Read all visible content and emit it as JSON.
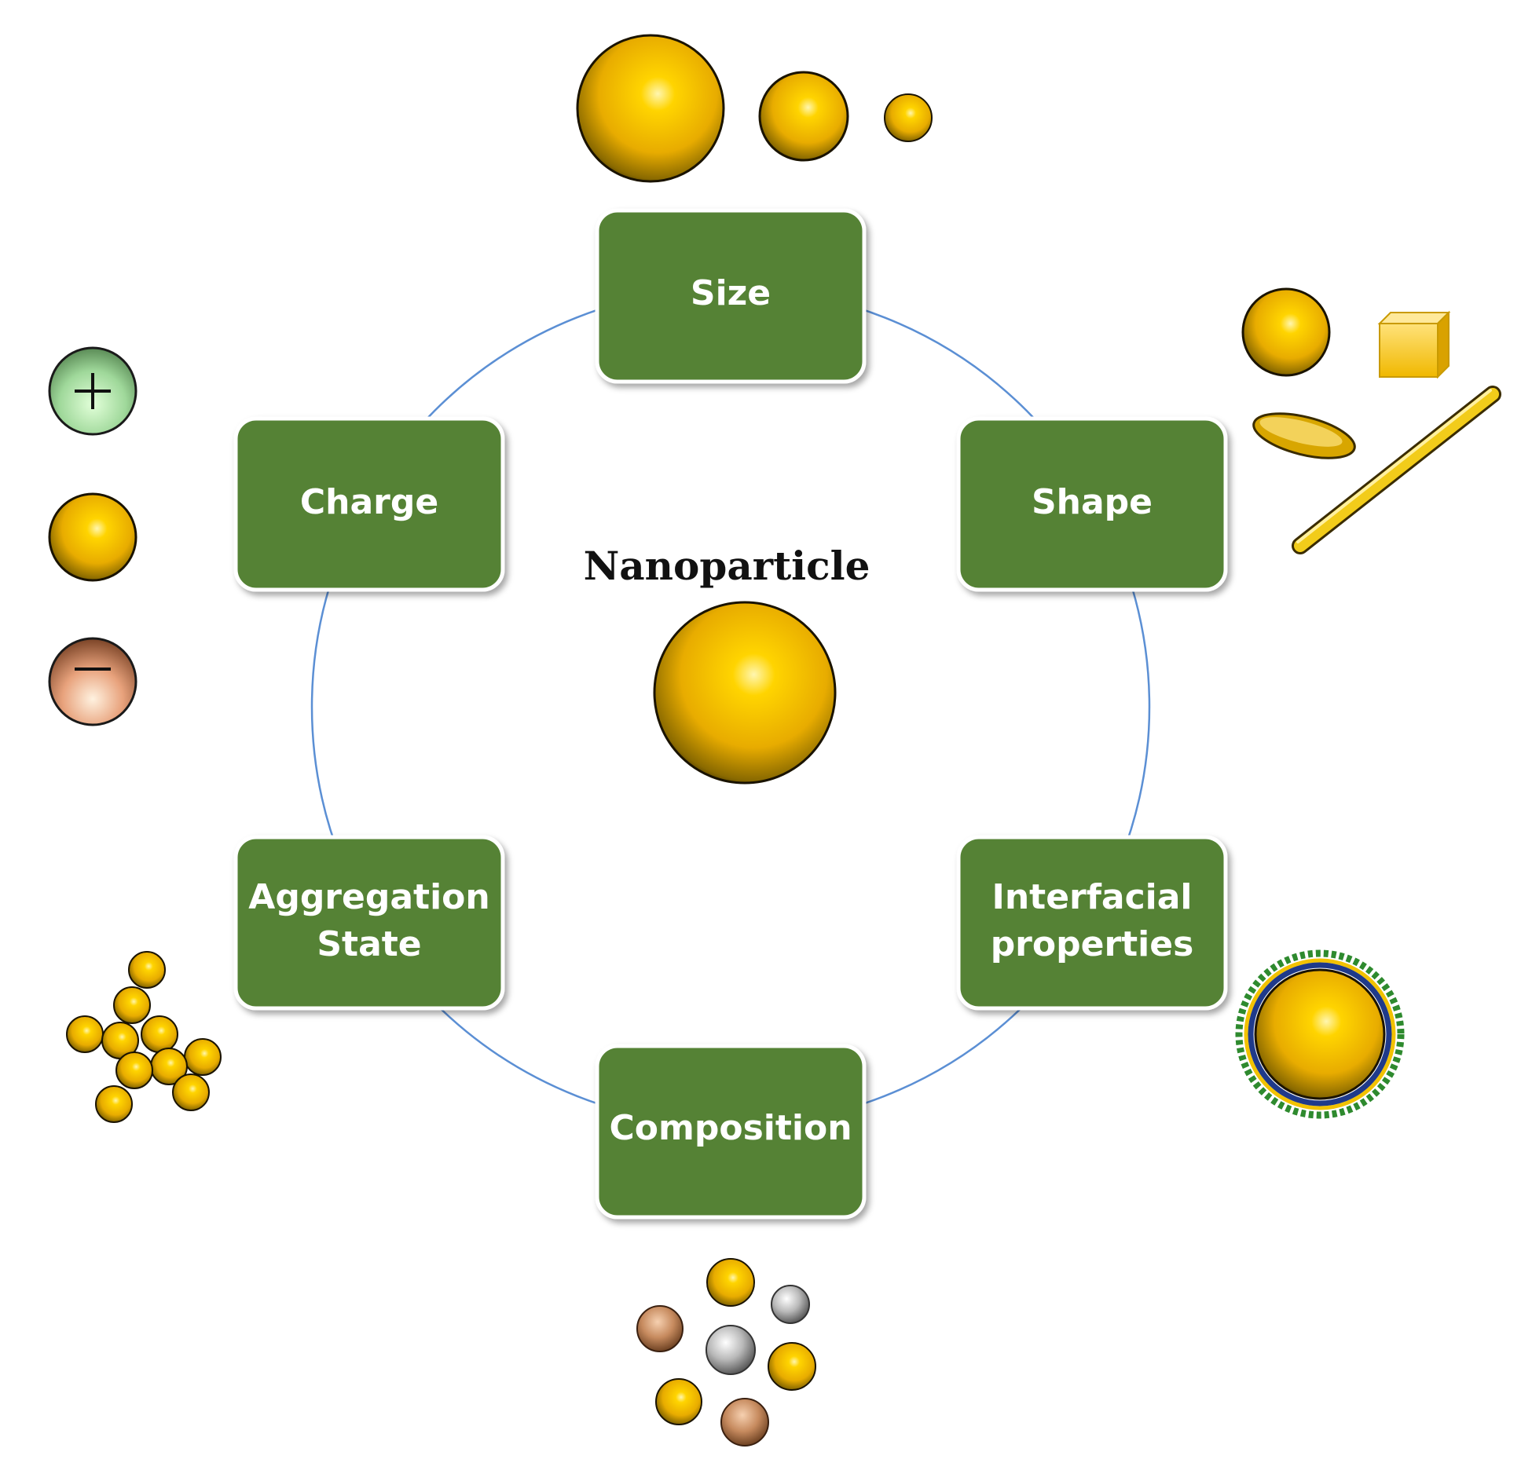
{
  "center": {
    "label": "Nanoparticle"
  },
  "properties": [
    {
      "id": "size",
      "lines": [
        "Size"
      ]
    },
    {
      "id": "shape",
      "lines": [
        "Shape"
      ]
    },
    {
      "id": "interfacial",
      "lines": [
        "Interfacial",
        "properties"
      ]
    },
    {
      "id": "composition",
      "lines": [
        "Composition"
      ]
    },
    {
      "id": "aggregation",
      "lines": [
        "Aggregation",
        "State"
      ]
    },
    {
      "id": "charge",
      "lines": [
        "Charge"
      ]
    }
  ],
  "colors": {
    "box_fill": "#548235",
    "box_text": "#ffffff",
    "ring": "#5b8fd4",
    "gold": "#f2c200",
    "silver": "#a8a8a8",
    "copper": "#c68a5e",
    "positive": "#9fd89a",
    "negative": "#e8a27c"
  }
}
